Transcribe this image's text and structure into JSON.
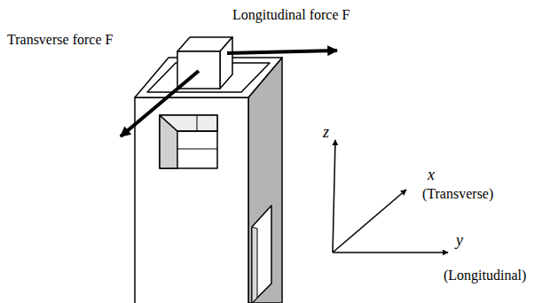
{
  "diagram": {
    "labels": [
      "Longitudinal force F",
      "Transverse force F",
      "z",
      "x",
      "(Transverse)",
      "y",
      "(Longitudinal)"
    ]
  }
}
